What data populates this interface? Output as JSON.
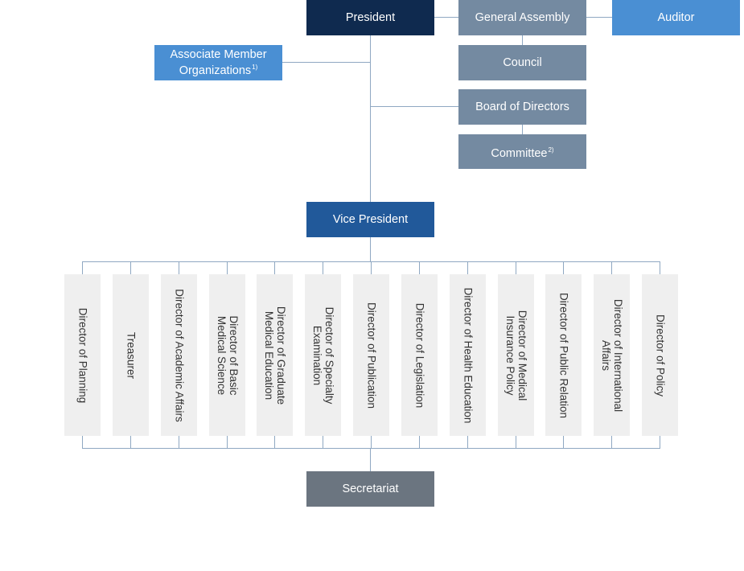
{
  "top": {
    "president": "President",
    "general_assembly": "General Assembly",
    "auditor": "Auditor",
    "associate_line1": "Associate Member",
    "associate_line2": "Organizations",
    "associate_note": "1)",
    "council": "Council",
    "board": "Board of Directors",
    "committee": "Committee",
    "committee_note": "2)",
    "vice_president": "Vice President",
    "secretariat": "Secretariat"
  },
  "directors": [
    {
      "line1": "Director of Planning",
      "line2": ""
    },
    {
      "line1": "Treasurer",
      "line2": ""
    },
    {
      "line1": "Director of Academic Affairs",
      "line2": ""
    },
    {
      "line1": "Director of Basic",
      "line2": "Medical Science"
    },
    {
      "line1": "Director of Graduate",
      "line2": "Medical Education"
    },
    {
      "line1": "Director of Specialty",
      "line2": "Examination"
    },
    {
      "line1": "Director of Publication",
      "line2": ""
    },
    {
      "line1": "Director of Legislation",
      "line2": ""
    },
    {
      "line1": "Director of Health Education",
      "line2": ""
    },
    {
      "line1": "Director of Medical",
      "line2": "Insurance Policy"
    },
    {
      "line1": "Director of Public Relation",
      "line2": ""
    },
    {
      "line1": "Director of International",
      "line2": "Affairs"
    },
    {
      "line1": "Director of Policy",
      "line2": ""
    }
  ],
  "colors": {
    "president": "#0f2a4f",
    "vice_president": "#21599a",
    "assembly_group": "#748aa1",
    "auditor": "#4a8fd3",
    "secretariat": "#6b7580",
    "connector": "#8fa8c2",
    "director_box": "#efefef"
  }
}
